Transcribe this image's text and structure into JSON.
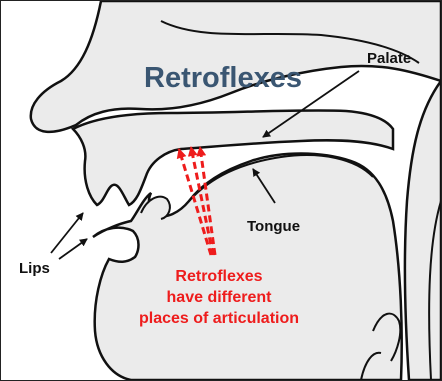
{
  "diagram": {
    "title": "Retroflexes",
    "labels": {
      "palate": "Palate",
      "tongue": "Tongue",
      "lips": "Lips"
    },
    "note_lines": [
      "Retroflexes",
      "have different",
      "places of articulation"
    ],
    "colors": {
      "tissue_fill": "#ebebeb",
      "outline": "#111111",
      "title": "#3a5672",
      "annotation_red": "#ee1c1c"
    }
  }
}
